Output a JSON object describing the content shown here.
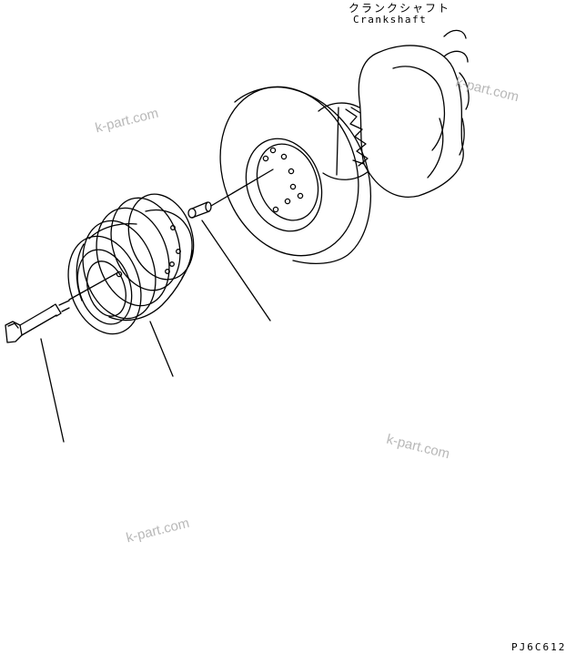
{
  "labels": {
    "crankshaft_jp": "クランクシャフト",
    "crankshaft_en": "Crankshaft",
    "diagram_code": "PJ6C612"
  },
  "watermark": "k-part.com",
  "colors": {
    "line": "#000000",
    "watermark": "#b8b8b8",
    "background": "#ffffff"
  }
}
